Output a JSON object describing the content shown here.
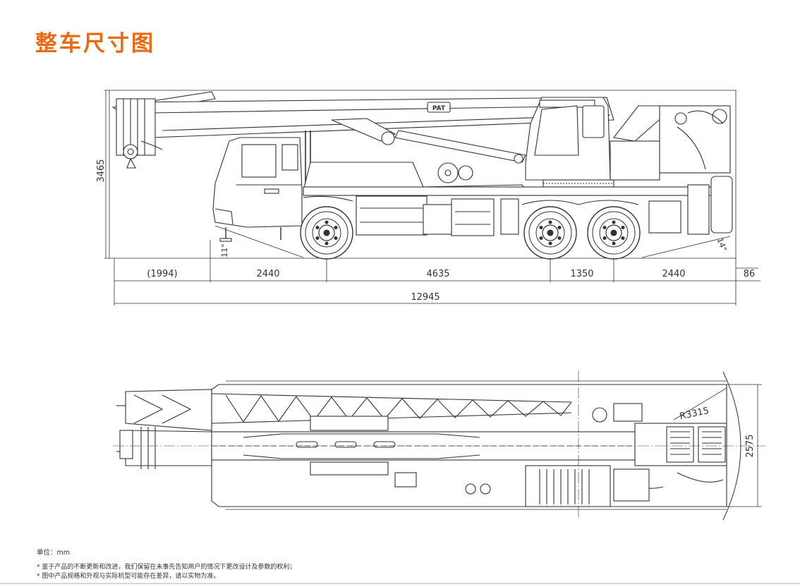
{
  "page": {
    "title": "整车尺寸图",
    "accent_color": "#ea6a11",
    "line_color": "#3a3a3a"
  },
  "side_view": {
    "overall_height": "3465",
    "front_angle": "11°",
    "rear_angle": "14°",
    "pat_label": "PAT",
    "segments": [
      "(1994)",
      "2440",
      "4635",
      "1350",
      "2440",
      "86"
    ],
    "overall_length": "12945"
  },
  "top_view": {
    "width": "2575",
    "tail_radius": "R3315"
  },
  "footer": {
    "unit": "单位：mm",
    "notes": [
      "* 鉴于产品的不断更新和改进，我们保留在未事先告知用户的情况下更改设计及参数的权利；",
      "* 图中产品规格和外观与实际机型可能存在差异，请以实物为准。"
    ]
  }
}
